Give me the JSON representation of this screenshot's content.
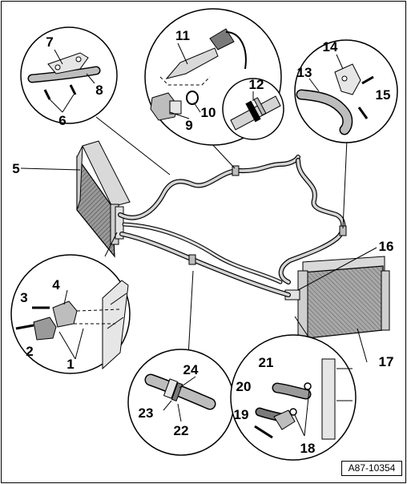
{
  "figure": {
    "reference_code": "A87-10354",
    "callouts": [
      "1",
      "2",
      "3",
      "4",
      "5",
      "6",
      "7",
      "8",
      "9",
      "10",
      "11",
      "12",
      "13",
      "14",
      "15",
      "16",
      "17",
      "18",
      "19",
      "20",
      "21",
      "22",
      "23",
      "24"
    ]
  },
  "colors": {
    "line": "#000000",
    "fill_light": "#e6e6e6",
    "fill_mid": "#bdbdbd",
    "fill_dark": "#7a7a7a",
    "background": "#ffffff"
  }
}
